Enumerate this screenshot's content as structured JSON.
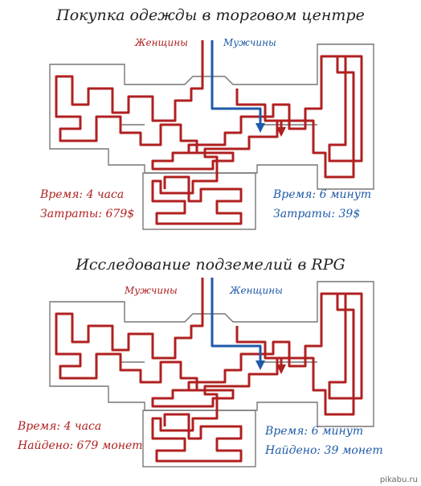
{
  "panels": [
    {
      "title": "Покупка одежды в торговом центре",
      "label_left": "Женщины",
      "label_right": "Мужчины",
      "note_left": [
        "Время: 4 часа",
        "Затраты: 679$"
      ],
      "note_right": [
        "Время: 6 минут",
        "Затраты: 39$"
      ],
      "label_left_color": "#b02020",
      "label_right_color": "#1e5aa8"
    },
    {
      "title": "Исследование подземелий в RPG",
      "label_left": "Мужчины",
      "label_right": "Женщины",
      "note_left": [
        "Время: 4 часа",
        "Найдено: 679 монет"
      ],
      "note_right": [
        "Время: 6 минут",
        "Найдено: 39 монет"
      ],
      "label_left_color": "#b02020",
      "label_right_color": "#1e5aa8"
    }
  ],
  "watermark": "pikabu.ru"
}
